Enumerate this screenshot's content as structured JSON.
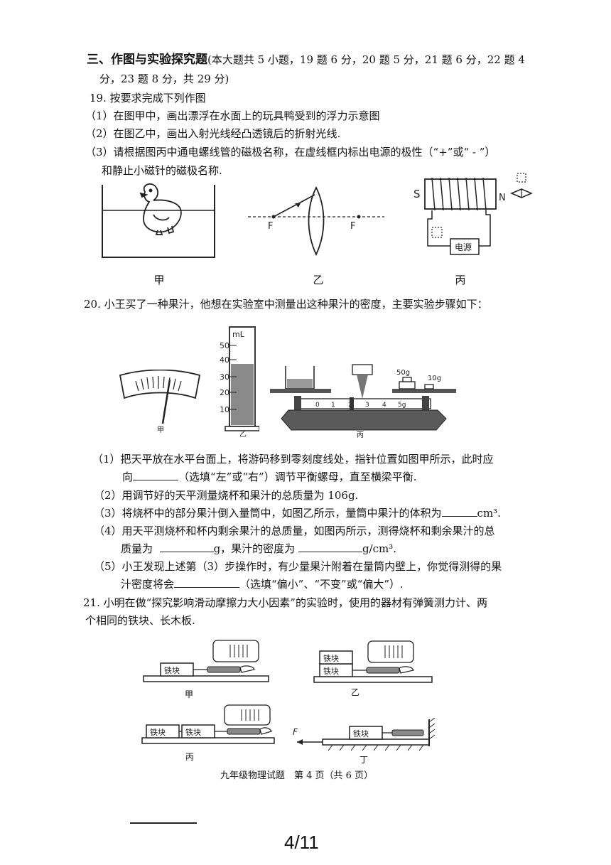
{
  "section": {
    "title": "三、作图与实验探究题",
    "note_line1": "(本大题共 5 小题，19 题 6 分，20 题 5 分，21 题 6 分，22 题 4",
    "note_line2": "分，23 题 8 分，共 29 分)"
  },
  "q19": {
    "stem": "19. 按要求完成下列作图",
    "p1": "（1）在图甲中，画出漂浮在水面上的玩具鸭受到的浮力示意图",
    "p2": "（2）在图乙中，画出入射光线经凸透镜后的折射光线.",
    "p3a": "（3）请根据图丙中通电螺线管的磁极名称，在虚线框内标出电源的极性（“+”或“ - ”）",
    "p3b": "和静止小磁针的磁极名称.",
    "fig_labels": {
      "jia": "甲",
      "yi": "乙",
      "bing": "丙"
    },
    "lens_focus_left": "F",
    "lens_focus_right": "F",
    "solenoid_s": "S",
    "solenoid_n": "N",
    "power": "电源"
  },
  "q20": {
    "stem": "20. 小王买了一种果汁，他想在实验室中测量出这种果汁的密度，主要实验步骤如下：",
    "cylinder_unit": "mL",
    "cylinder_ticks": [
      "50",
      "40",
      "30",
      "20",
      "10"
    ],
    "ruler_ticks": [
      "0",
      "1",
      "2",
      "3",
      "4",
      "5g"
    ],
    "weight_big": "50g",
    "weight_small": "10g",
    "fig_labels": {
      "jia": "甲",
      "yi": "乙",
      "bing": "丙"
    },
    "p1a": "（1）把天平放在水平台面上，将游码移到零刻度线处，指针位置如图甲所示，此时应",
    "p1b_pre": "向",
    "p1b_post": "（选填“左”或“右”）调节平衡螺母，直至横梁平衡.",
    "p2": "（2）用调节好的天平测量烧杯和果汁的总质量为 106g.",
    "p3_pre": "（3）将烧杯中的部分果汁倒入量筒中，如图乙所示，量筒中果汁的体积为",
    "p3_unit": "cm³.",
    "p4a": "（4）用天平测烧杯和杯内剩余果汁的总质量，如图丙所示，测得烧杯和剩余果汁的总",
    "p4b_pre": "质量为",
    "p4b_mid": "g，果汁的密度为",
    "p4b_unit": "g/cm³.",
    "p5a": "（5）小王发现上述第（3）步操作时，有少量果汁附着在量筒内壁上，你觉得测得的果",
    "p5b_pre": "汁密度将会",
    "p5b_post": "（选填“偏小”、“不变”或“偏大”）."
  },
  "q21": {
    "line1": "21. 小明在做“探究影响滑动摩擦力大小因素”的实验时，使用的器材有弹簧测力计、两",
    "line2": "个相同的铁块、长木板.",
    "block": "铁块",
    "force": "F",
    "fig_labels": {
      "jia": "甲",
      "yi": "乙",
      "bing": "丙",
      "ding": "丁"
    }
  },
  "footer": {
    "text": "九年级物理试题　第 4 页（共 6 页）",
    "page_count": "4/11"
  }
}
